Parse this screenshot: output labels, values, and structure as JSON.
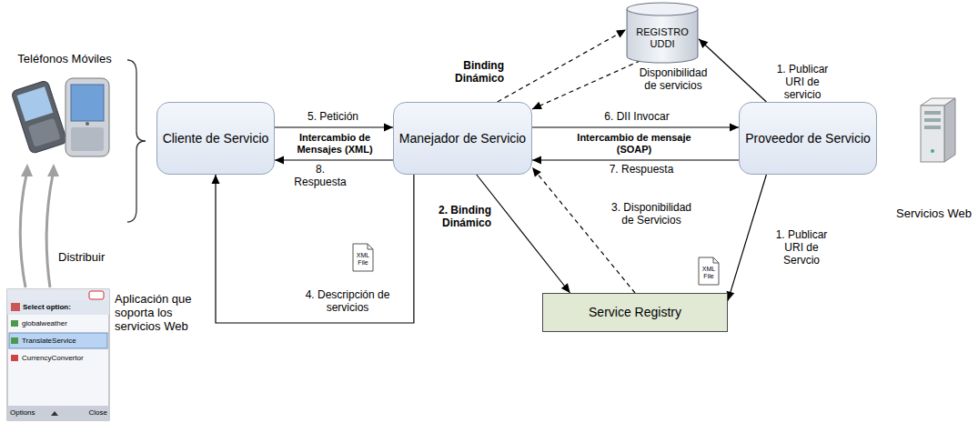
{
  "diagram": {
    "nodes": [
      {
        "text": [
          "Cliente de Servicio"
        ]
      },
      {
        "text": [
          "Manejador de Servicio"
        ]
      },
      {
        "text": [
          "Proveedor de Servicio"
        ]
      },
      {
        "text": [
          "REGISTRO UDDI"
        ]
      },
      {
        "text": [
          "Service Registry"
        ]
      }
    ],
    "edges": [
      {
        "from": 0,
        "to": 1,
        "label": "5. Petición",
        "arrow": "to"
      },
      {
        "from": 1,
        "to": 0,
        "label": "8. Respuesta",
        "arrow": "to"
      },
      {
        "from": 1,
        "to": 2,
        "label": "6. DII Invocar",
        "arrow": "to"
      },
      {
        "from": 2,
        "to": 1,
        "label": "7. Respuesta",
        "arrow": "to"
      },
      {
        "from": 2,
        "to": 3,
        "label": "1. Publicar URI de servicio",
        "arrow": "to"
      },
      {
        "from": 2,
        "to": 4,
        "label": "1. Publicar URI de Servcio",
        "arrow": "to"
      },
      {
        "from": 1,
        "to": 3,
        "label": "Binding Dinámico",
        "arrow": "to"
      },
      {
        "from": 3,
        "to": 1,
        "label": "Disponibilidad de servicios",
        "arrow": "to"
      },
      {
        "from": 1,
        "to": 4,
        "label": "2. Binding Dinámico",
        "arrow": "to"
      },
      {
        "from": 4,
        "to": 1,
        "label": "3. Disponibilidad de Servicios",
        "arrow": "to"
      },
      {
        "from": 1,
        "to": 0,
        "label": "4. Descripción de servicios",
        "arrow": "to"
      }
    ],
    "labels": [
      "Teléfonos Móviles",
      "Distribuir",
      "Aplicación que soporta los servicios Web",
      "Servicios Web",
      "Intercambio de Mensajes (XML)",
      "Intercambio de mensaje (SOAP)",
      "XML File",
      "XML File",
      "Select option:",
      "globalweather",
      "TranslateService",
      "CurrencyConvertor",
      "Options",
      "Close"
    ]
  }
}
